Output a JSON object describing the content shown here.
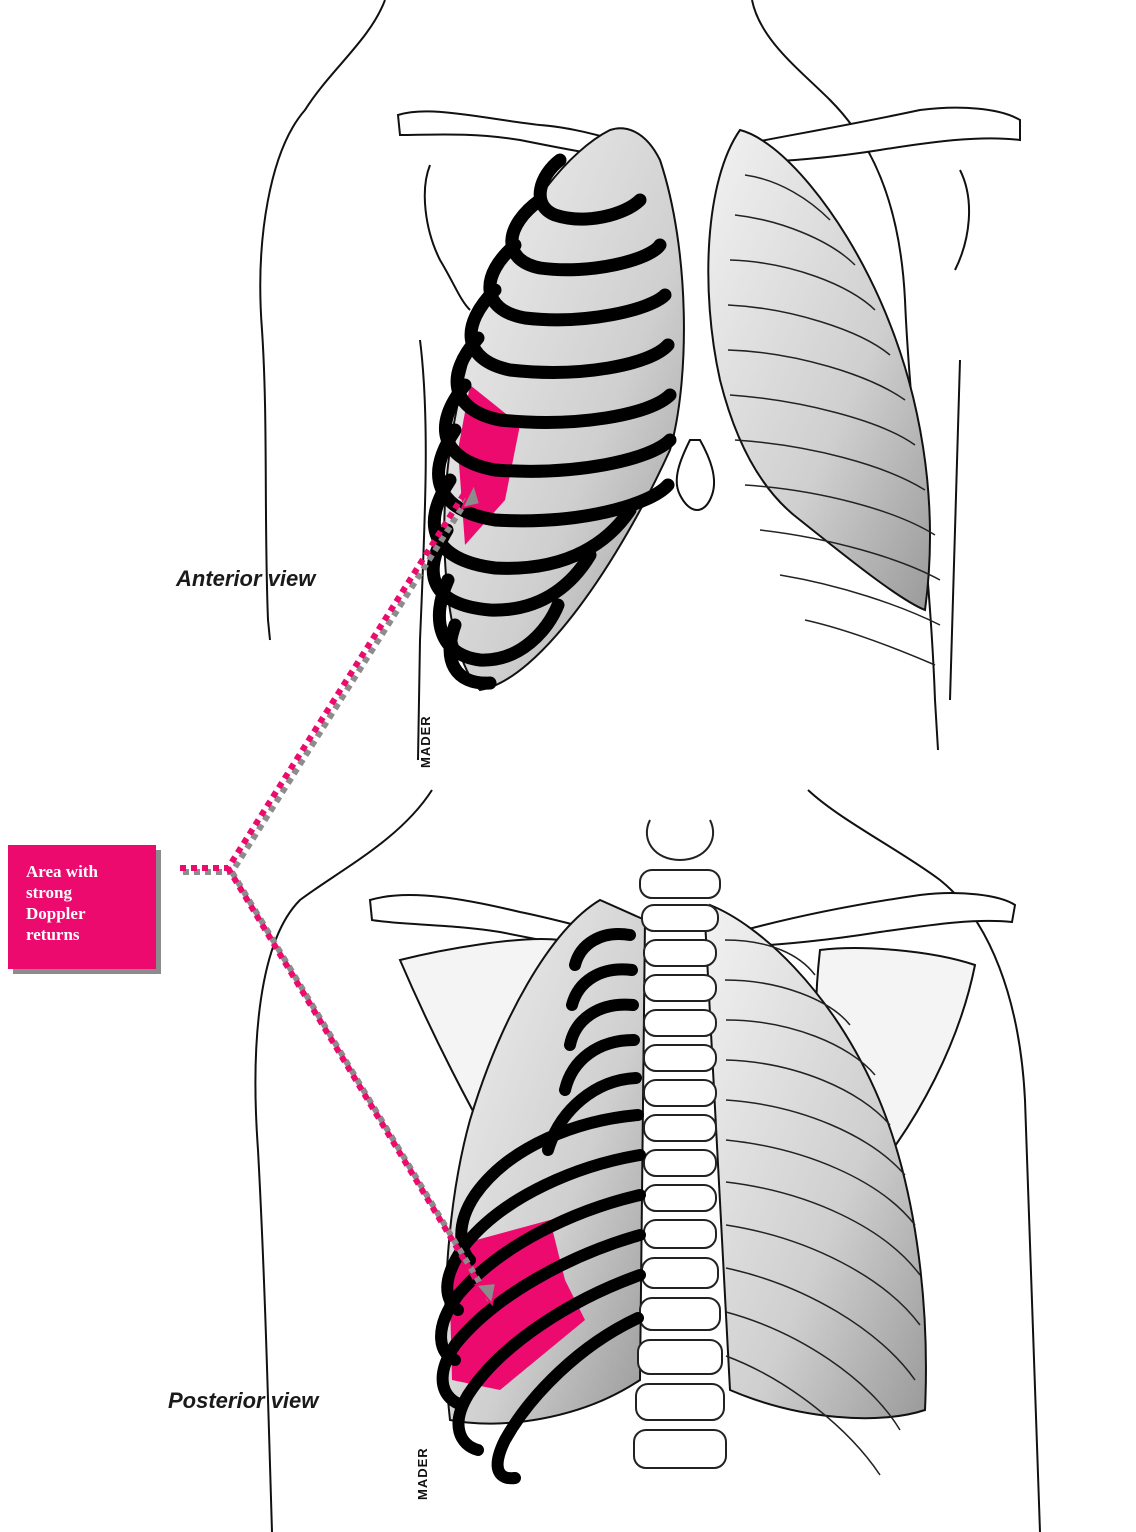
{
  "anterior_view": {
    "label": "Anterior view",
    "signature": "MADER"
  },
  "posterior_view": {
    "label": "Posterior view",
    "signature": "MADER"
  },
  "callout": {
    "text": "Area with\nstrong\nDoppler\nreturns"
  },
  "colors": {
    "highlight": "#ec0a6e",
    "arrow_shadow": "#8c8c8c",
    "ink": "#111111",
    "lung_shade": "#d6d6d6"
  },
  "icons": [
    "arrow-head-icon"
  ]
}
